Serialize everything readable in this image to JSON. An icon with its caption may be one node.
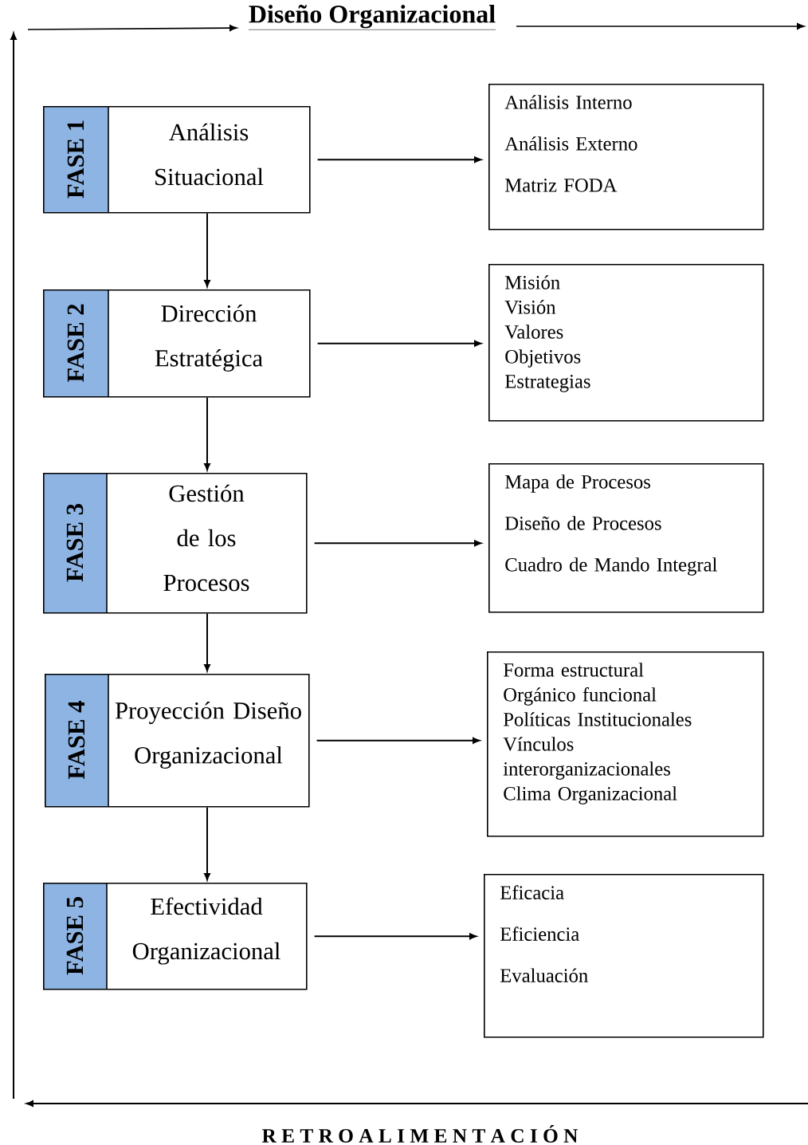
{
  "diagram": {
    "title": "Diseño Organizacional",
    "nodes": [
      {
        "text": [
          "FASE 1",
          "Análisis Situacional"
        ]
      },
      {
        "text": [
          "Análisis Interno",
          "Análisis Externo",
          "Matriz FODA"
        ]
      },
      {
        "text": [
          "FASE 2",
          "Dirección Estratégica"
        ]
      },
      {
        "text": [
          "Misión",
          "Visión",
          "Valores",
          "Objetivos",
          "Estrategias"
        ]
      },
      {
        "text": [
          "FASE 3",
          "Gestión de los Procesos"
        ]
      },
      {
        "text": [
          "Mapa de Procesos",
          "Diseño de Procesos",
          "Cuadro de Mando Integral"
        ]
      },
      {
        "text": [
          "FASE 4",
          "Proyección Diseño Organizacional"
        ]
      },
      {
        "text": [
          "Forma estructural",
          "Orgánico funcional",
          "Políticas Institucionales",
          "Vínculos interorganizacionales",
          "Clima Organizacional"
        ]
      },
      {
        "text": [
          "FASE 5",
          "Efectividad Organizacional"
        ]
      },
      {
        "text": [
          "Eficacia",
          "Eficiencia",
          "Evaluación"
        ]
      }
    ],
    "edges": [
      {
        "from": 0,
        "to": 1,
        "arrow": "to"
      },
      {
        "from": 0,
        "to": 2,
        "arrow": "to"
      },
      {
        "from": 2,
        "to": 3,
        "arrow": "to"
      },
      {
        "from": 2,
        "to": 4,
        "arrow": "to"
      },
      {
        "from": 4,
        "to": 5,
        "arrow": "to"
      },
      {
        "from": 4,
        "to": 6,
        "arrow": "to"
      },
      {
        "from": 6,
        "to": 7,
        "arrow": "to"
      },
      {
        "from": 6,
        "to": 8,
        "arrow": "to"
      },
      {
        "from": 8,
        "to": 9,
        "arrow": "to"
      }
    ],
    "labels": [
      "R E T R O A L I M E N T A C I Ó N"
    ]
  }
}
